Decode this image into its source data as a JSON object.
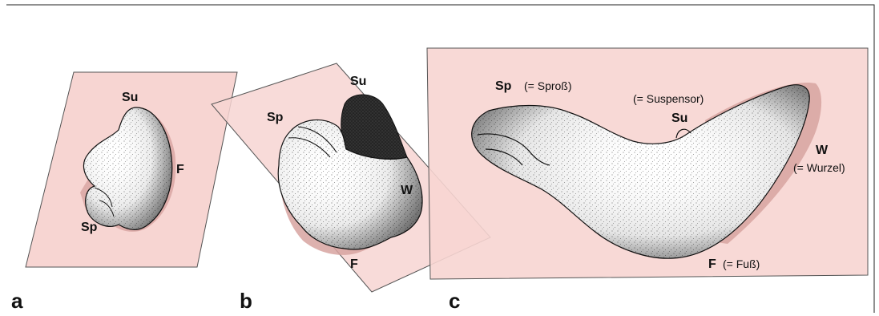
{
  "colors": {
    "plane_fill": "#f7d5d2",
    "plane_stroke": "#555555",
    "shadow": "#d7a3a0",
    "embryo_fill": "#ffffff",
    "stipple_dark": "#1a1a1a",
    "border": "#222222"
  },
  "panel_letters": {
    "a": "a",
    "b": "b",
    "c": "c"
  },
  "panel_a": {
    "su": "Su",
    "f": "F",
    "sp": "Sp"
  },
  "panel_b": {
    "su": "Su",
    "sp": "Sp",
    "w": "W",
    "f": "F"
  },
  "panel_c": {
    "sp": "Sp",
    "sp_note": "(= Sproß)",
    "su_note": "(= Suspensor)",
    "su": "Su",
    "w": "W",
    "w_note": "(= Wurzel)",
    "f": "F",
    "f_note": "(= Fuß)"
  }
}
